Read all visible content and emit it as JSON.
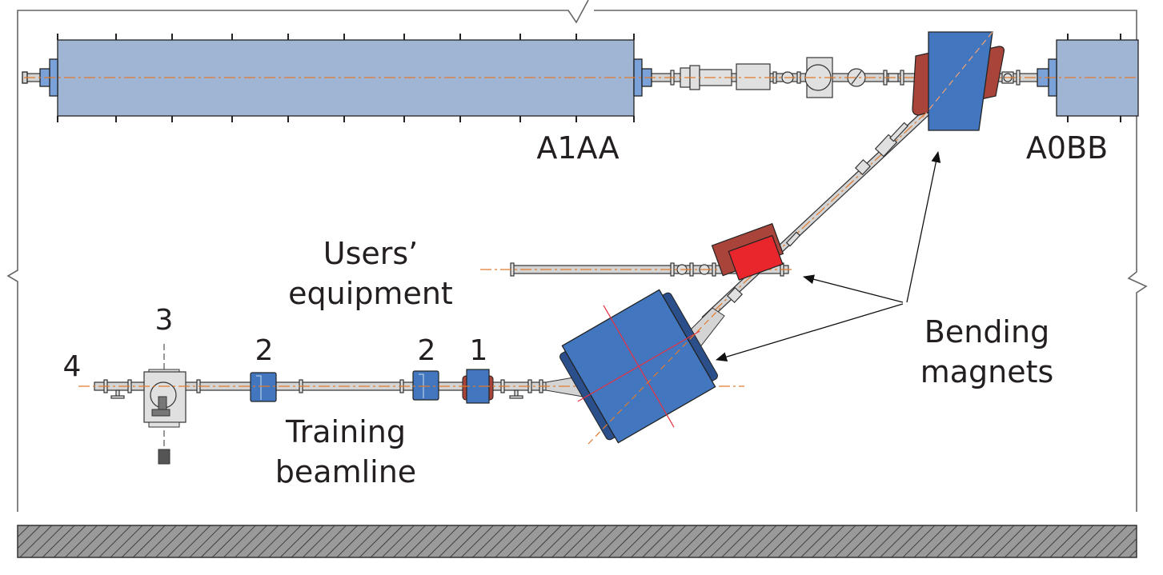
{
  "labels": {
    "upstream_section": "A1AA",
    "downstream_section": "A0BB",
    "users_equipment_line1": "Users’",
    "users_equipment_line2": "equipment",
    "bending_magnets_line1": "Bending",
    "bending_magnets_line2": "magnets",
    "training_beamline_line1": "Training",
    "training_beamline_line2": "beamline",
    "element_1": "1",
    "element_2a": "2",
    "element_2b": "2",
    "element_3": "3",
    "element_4": "4"
  },
  "colors": {
    "linac_section": "#a0b4d4",
    "linac_flange": "#7ba2d8",
    "bending_magnet": "#4277bf",
    "magnet_dark": "#2a4f8a",
    "coil": "#a9443a",
    "small_magnet": "#e8262c",
    "beam_axis": "#e07a2e",
    "pipe": "#d4d4d4",
    "floor_hatch": "#999999"
  }
}
